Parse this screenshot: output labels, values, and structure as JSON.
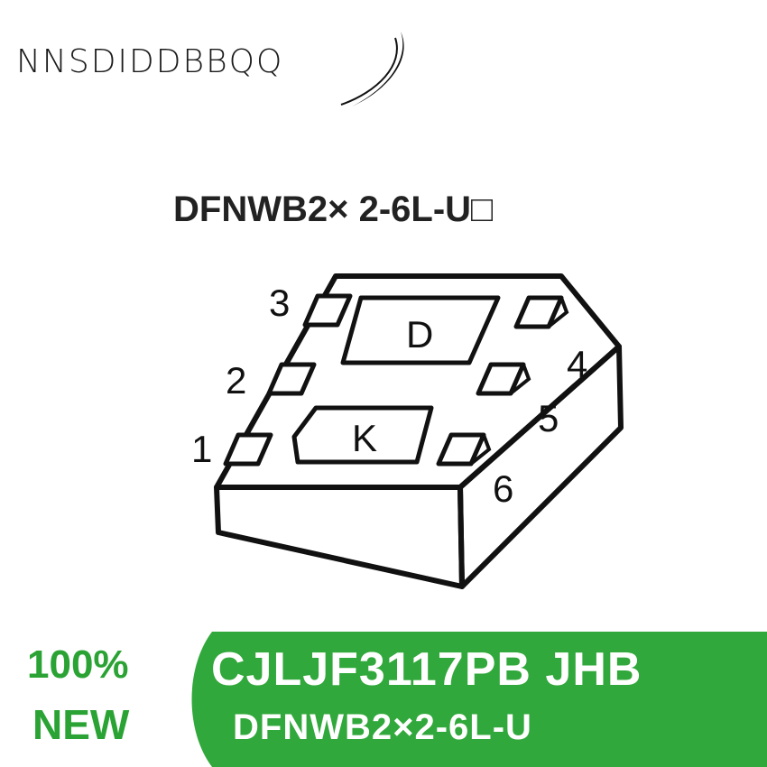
{
  "brand": {
    "name": "NNSDIDDBBQQ"
  },
  "package_title": "DFNWB2× 2-6L-U□",
  "diagram": {
    "pads": {
      "d": "D",
      "k": "K"
    },
    "pins": [
      "1",
      "2",
      "3",
      "4",
      "5",
      "6"
    ]
  },
  "banner": {
    "condition_line1": "100%",
    "condition_line2": "NEW",
    "part_number": "CJLJF3117PB JHB",
    "package": "DFNWB2×2-6L-U"
  },
  "colors": {
    "green": "#31a83b",
    "outline": "#111111"
  }
}
